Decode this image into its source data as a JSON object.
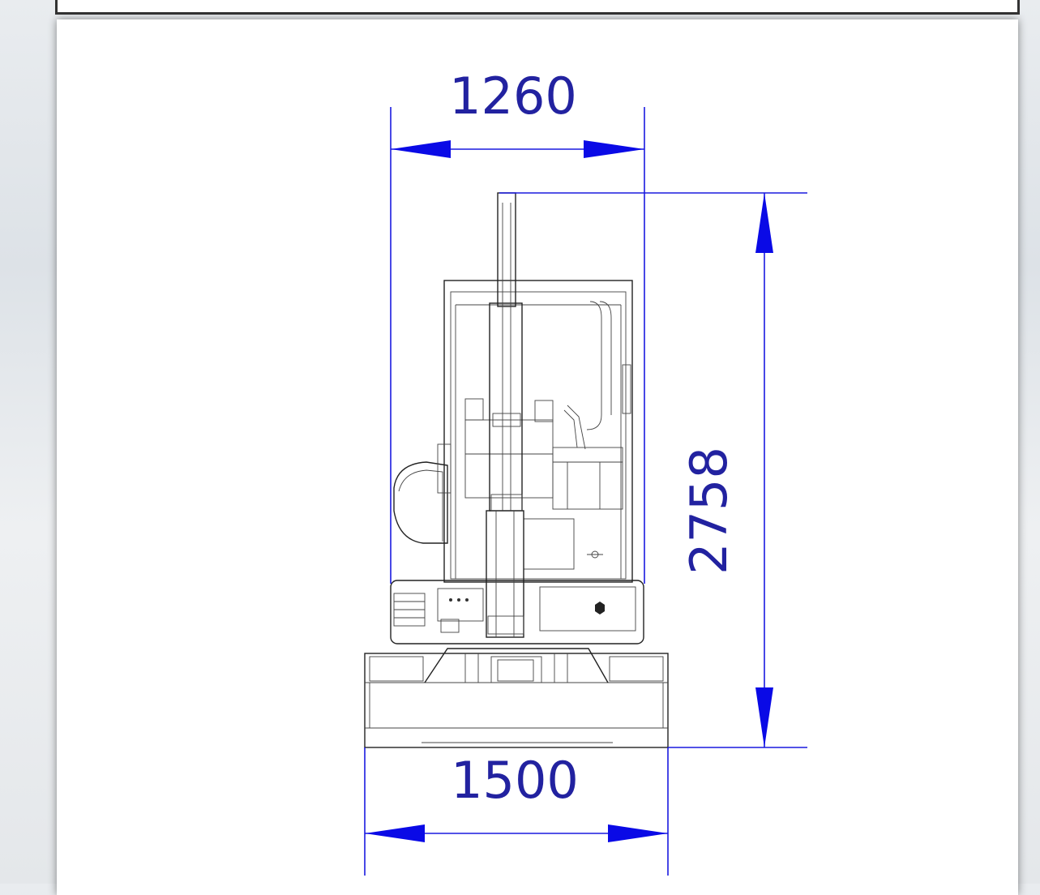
{
  "drawing": {
    "subject": "excavator-front-view",
    "dimension_color": "#1a1adf",
    "dimensions": {
      "top_width": "1260",
      "height": "2758",
      "track_width": "1500"
    }
  }
}
